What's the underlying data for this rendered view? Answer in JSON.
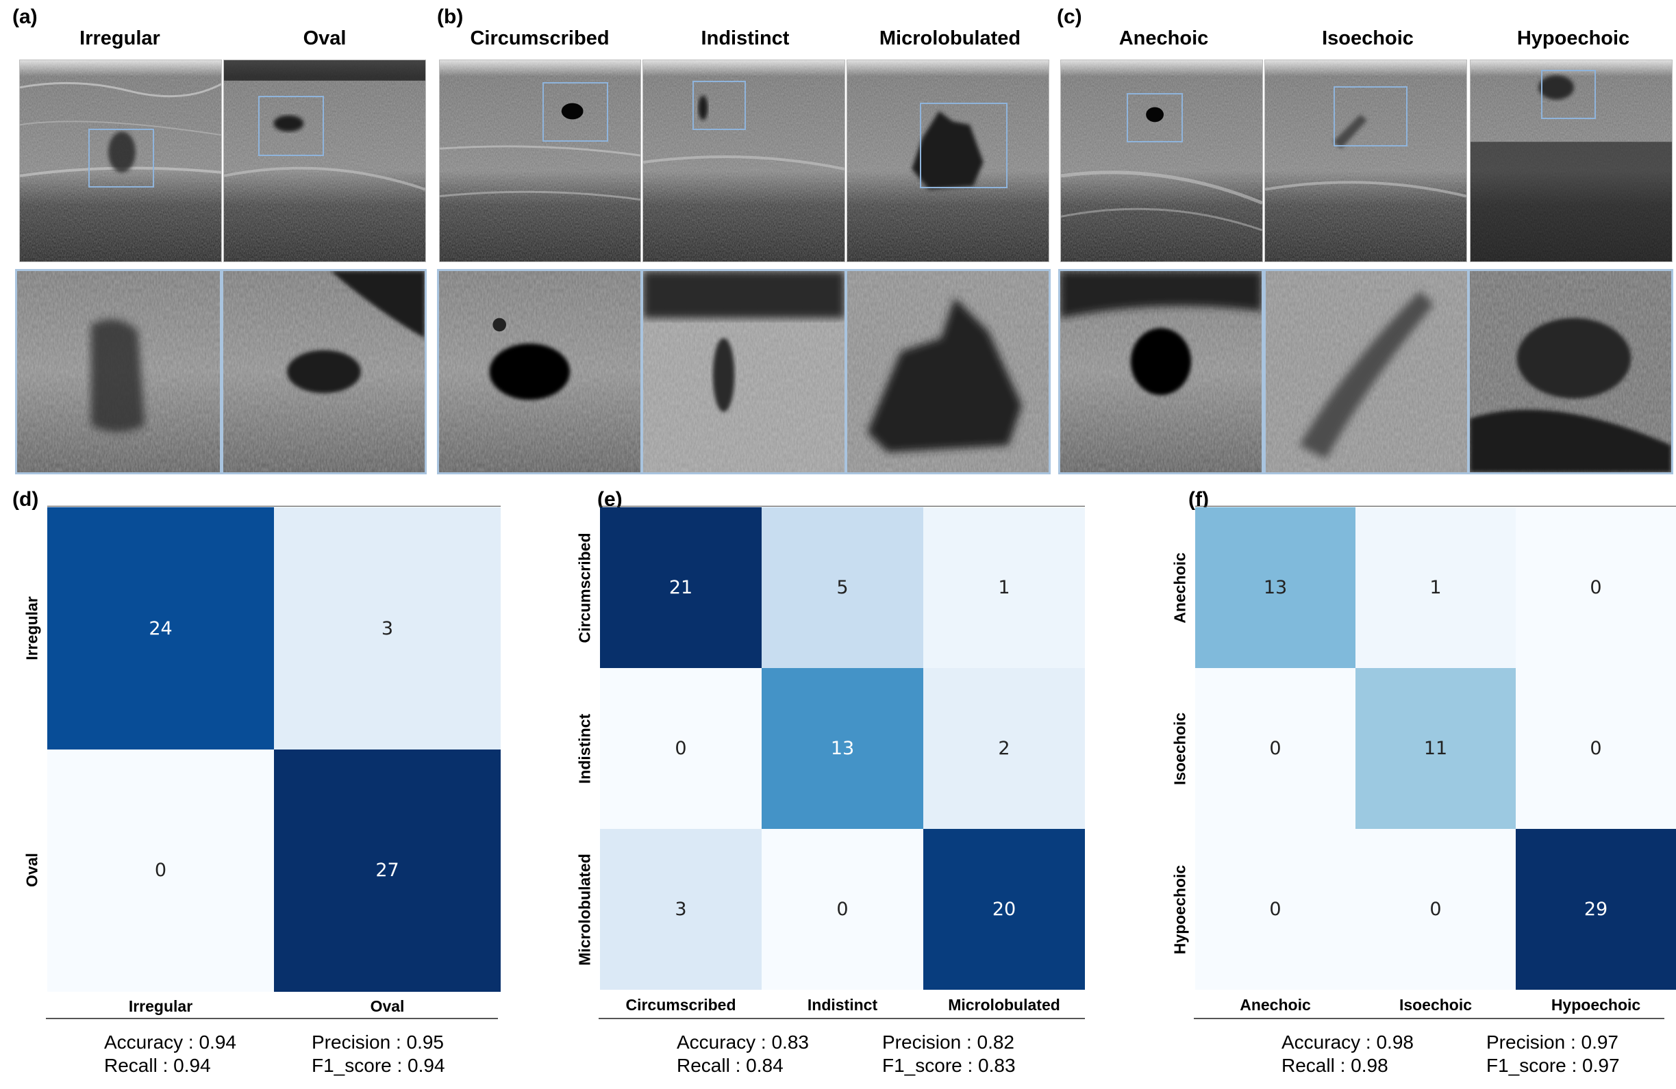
{
  "panels": {
    "a": {
      "label": "(a)",
      "categories": [
        "Irregular",
        "Oval"
      ]
    },
    "b": {
      "label": "(b)",
      "categories": [
        "Circumscribed",
        "Indistinct",
        "Microlobulated"
      ]
    },
    "c": {
      "label": "(c)",
      "categories": [
        "Anechoic",
        "Isoechoic",
        "Hypoechoic"
      ]
    },
    "d": {
      "label": "(d)"
    },
    "e": {
      "label": "(e)"
    },
    "f": {
      "label": "(f)"
    }
  },
  "chart_data": [
    {
      "type": "heatmap",
      "panel": "(d)",
      "colormap": "Blues",
      "categories": [
        "Irregular",
        "Oval"
      ],
      "matrix": [
        [
          24,
          3
        ],
        [
          0,
          27
        ]
      ],
      "metrics": {
        "accuracy": "Accuracy : 0.94",
        "precision": "Precision : 0.95",
        "recall": "Recall : 0.94",
        "f1": "F1_score : 0.94"
      }
    },
    {
      "type": "heatmap",
      "panel": "(e)",
      "colormap": "Blues",
      "categories": [
        "Circumscribed",
        "Indistinct",
        "Microlobulated"
      ],
      "matrix": [
        [
          21,
          5,
          1
        ],
        [
          0,
          13,
          2
        ],
        [
          3,
          0,
          20
        ]
      ],
      "metrics": {
        "accuracy": "Accuracy : 0.83",
        "precision": "Precision : 0.82",
        "recall": "Recall : 0.84",
        "f1": "F1_score : 0.83"
      }
    },
    {
      "type": "heatmap",
      "panel": "(f)",
      "colormap": "Blues",
      "categories": [
        "Anechoic",
        "Isoechoic",
        "Hypoechoic"
      ],
      "matrix": [
        [
          13,
          1,
          0
        ],
        [
          0,
          11,
          0
        ],
        [
          0,
          0,
          29
        ]
      ],
      "metrics": {
        "accuracy": "Accuracy : 0.98",
        "precision": "Precision : 0.97",
        "recall": "Recall : 0.98",
        "f1": "F1_score : 0.97"
      }
    }
  ]
}
